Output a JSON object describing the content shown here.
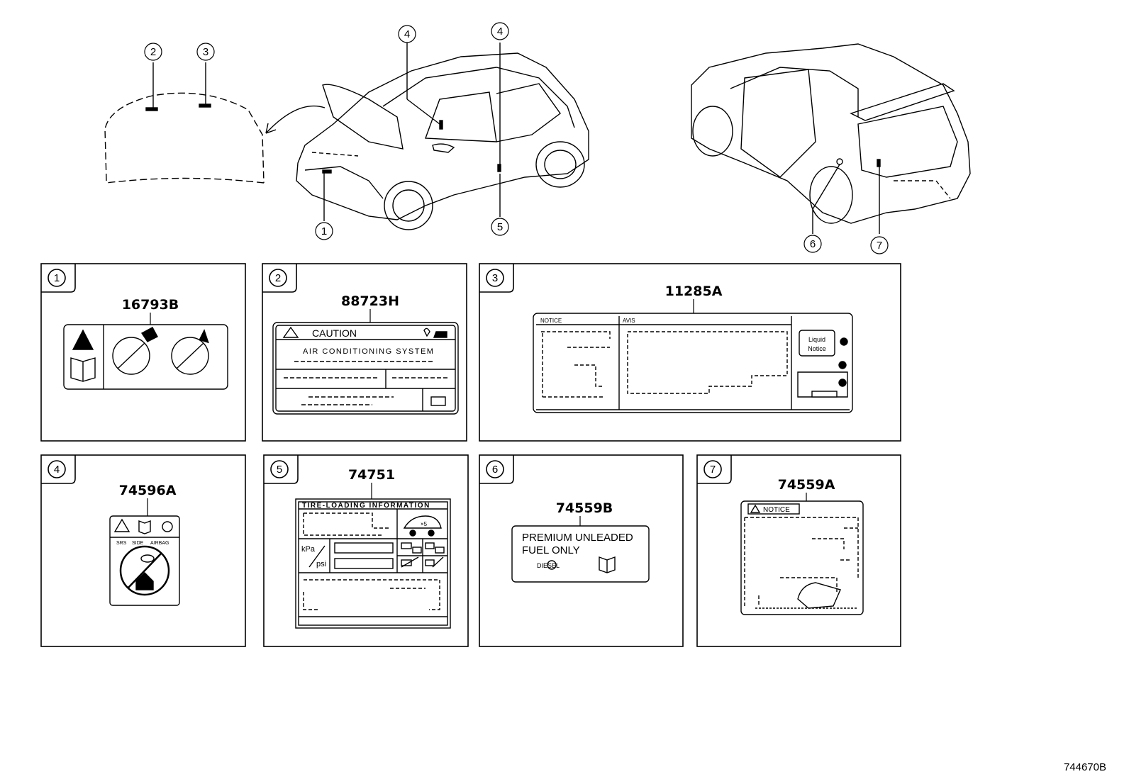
{
  "callouts": {
    "c1": "1",
    "c2": "2",
    "c3": "3",
    "c4a": "4",
    "c4b": "4",
    "c5": "5",
    "c6": "6",
    "c7": "7"
  },
  "panels": [
    {
      "index": "1",
      "part": "16793B"
    },
    {
      "index": "2",
      "part": "88723H"
    },
    {
      "index": "3",
      "part": "11285A"
    },
    {
      "index": "4",
      "part": "74596A"
    },
    {
      "index": "5",
      "part": "74751"
    },
    {
      "index": "6",
      "part": "74559B"
    },
    {
      "index": "7",
      "part": "74559A"
    }
  ],
  "labels": {
    "caution_title": "CAUTION",
    "ac_system": "AIR CONDITIONING SYSTEM",
    "tire_title": "TIRE-LOADING INFORMATION",
    "kpa": "kPa",
    "psi": "psi",
    "x5": "×5",
    "fuel_line1": "PREMIUM  UNLEADED",
    "fuel_line2": "FUEL ONLY",
    "diesel": "DIESEL",
    "notice": "NOTICE",
    "srs": "SRS",
    "side": "SIDE",
    "airbag": "AIRBAG",
    "liquid1": "Liquid",
    "liquid2": "Notice",
    "notice_small": "NOTICE",
    "avis": "AVIS"
  },
  "footer": {
    "ref_code": "744670B"
  }
}
